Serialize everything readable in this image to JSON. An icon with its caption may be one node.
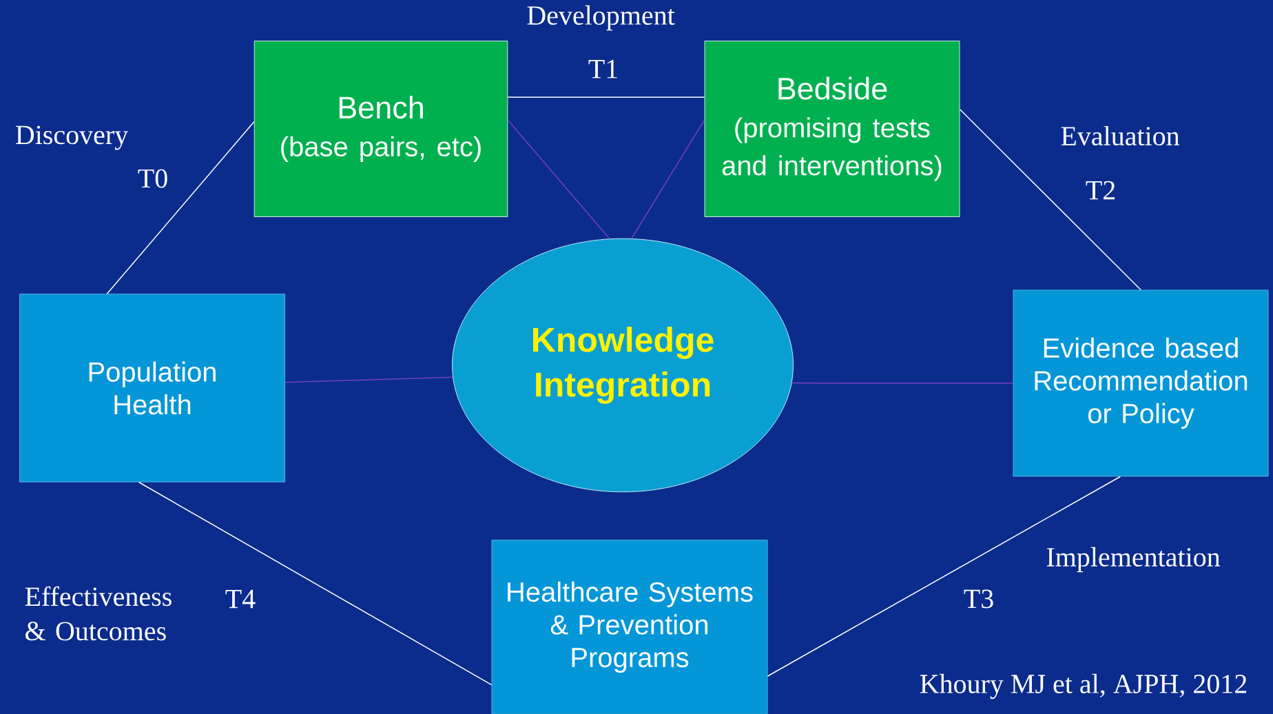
{
  "diagram": {
    "nodes": [
      {
        "text": [
          "Bench",
          "(base pairs, etc)"
        ]
      },
      {
        "text": [
          "Bedside",
          "(promising tests and interventions)"
        ]
      },
      {
        "text": [
          "Population Health"
        ]
      },
      {
        "text": [
          "Knowledge Integration"
        ]
      },
      {
        "text": [
          "Evidence based Recommendation or Policy"
        ]
      },
      {
        "text": [
          "Healthcare Systems & Prevention Programs"
        ]
      }
    ],
    "edges": [
      {
        "from": 0,
        "to": 1,
        "arrow": "none"
      },
      {
        "from": 2,
        "to": 0,
        "arrow": "none"
      },
      {
        "from": 1,
        "to": 4,
        "arrow": "none"
      },
      {
        "from": 4,
        "to": 5,
        "arrow": "none"
      },
      {
        "from": 5,
        "to": 2,
        "arrow": "none"
      },
      {
        "from": 0,
        "to": 3,
        "arrow": "none",
        "color": "#7a3cc8"
      },
      {
        "from": 1,
        "to": 3,
        "arrow": "none",
        "color": "#7a3cc8"
      },
      {
        "from": 2,
        "to": 3,
        "arrow": "none",
        "color": "#7a3cc8"
      },
      {
        "from": 3,
        "to": 4,
        "arrow": "none",
        "color": "#7a3cc8"
      }
    ],
    "labels": [
      "Development",
      "T1",
      "Discovery",
      "T0",
      "Evaluation",
      "T2",
      "Effectiveness & Outcomes",
      "T4",
      "Implementation",
      "T3",
      "Khoury MJ et al, AJPH, 2012"
    ]
  }
}
